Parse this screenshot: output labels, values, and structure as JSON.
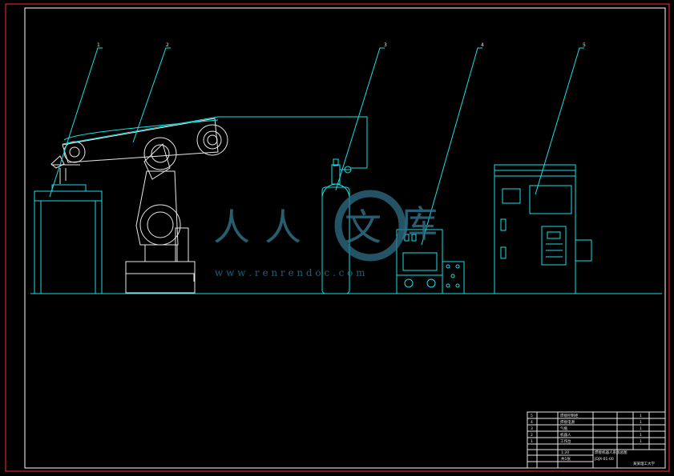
{
  "drawing": {
    "callouts": [
      "1",
      "2",
      "3",
      "4",
      "5"
    ]
  },
  "watermark": {
    "chars": [
      "人",
      "人",
      "文",
      "库"
    ],
    "url": "w w w . r e n r e n d o c . c o m"
  },
  "title_block": {
    "rows": [
      "5",
      "4",
      "3",
      "2",
      "1"
    ],
    "parts": [
      "焊接控制柜",
      "焊接电源",
      "气瓶",
      "机器人",
      "工作台"
    ],
    "qty": [
      "1",
      "1",
      "1",
      "1",
      "1"
    ],
    "drawing_name": "焊接机器人系统总图",
    "drawing_no": "JDJX-01-00",
    "school": "某某理工大学",
    "scale": "1:20",
    "sheet": "共1张"
  },
  "colors": {
    "background": "#000000",
    "line": "#19e0e6",
    "frame_outer": "#ff2a2a",
    "frame_inner": "#ffffff",
    "watermark": "#2f6f86"
  }
}
